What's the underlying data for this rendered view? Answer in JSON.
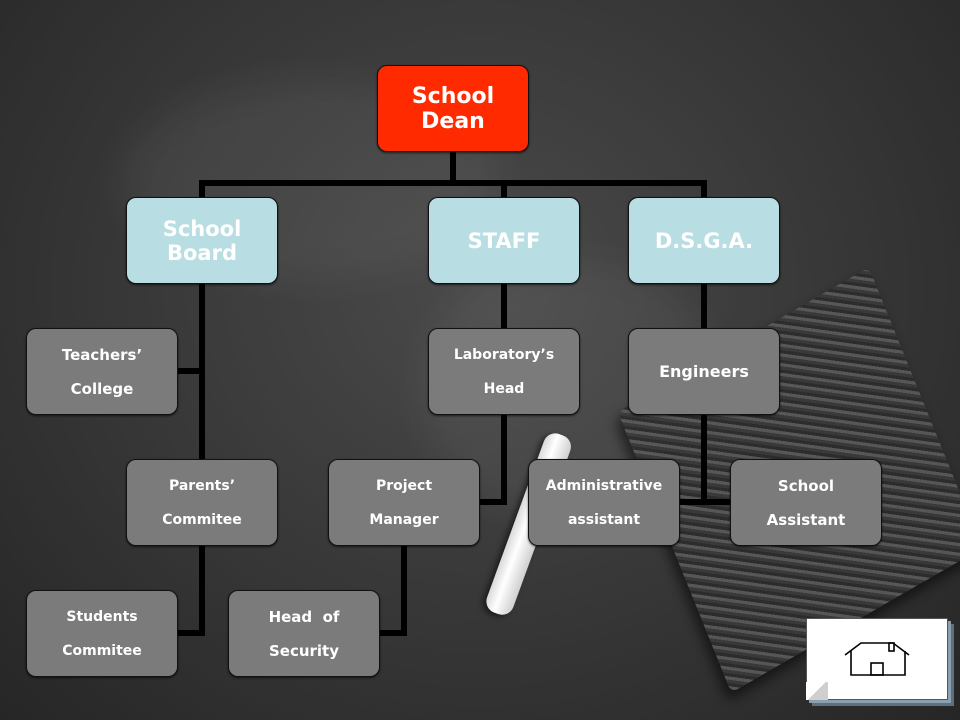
{
  "org_chart": {
    "root": {
      "label": "School Dean",
      "color": "#ff2a00"
    },
    "departments": [
      {
        "label": "School Board",
        "color": "#b8dde3",
        "children": [
          {
            "lines": [
              "Teachers’",
              "College"
            ]
          },
          {
            "lines": [
              "Parents’",
              "Commitee"
            ]
          },
          {
            "lines": [
              "Students",
              "Commitee"
            ]
          }
        ]
      },
      {
        "label": "STAFF",
        "color": "#b8dde3",
        "children": [
          {
            "lines": [
              "Laboratory’s",
              "Head"
            ]
          },
          {
            "lines": [
              "Project",
              "Manager"
            ]
          },
          {
            "lines": [
              "Head  of",
              "Security"
            ]
          }
        ]
      },
      {
        "label": "D.S.G.A.",
        "color": "#b8dde3",
        "children": [
          {
            "lines": [
              "Engineers"
            ]
          },
          {
            "lines": [
              "Administrative",
              "assistant"
            ]
          },
          {
            "lines": [
              "School",
              "Assistant"
            ]
          }
        ]
      }
    ],
    "staff_color": "#7b7b7b",
    "connector_color": "#000000"
  },
  "home_button": {
    "icon": "home-icon"
  }
}
